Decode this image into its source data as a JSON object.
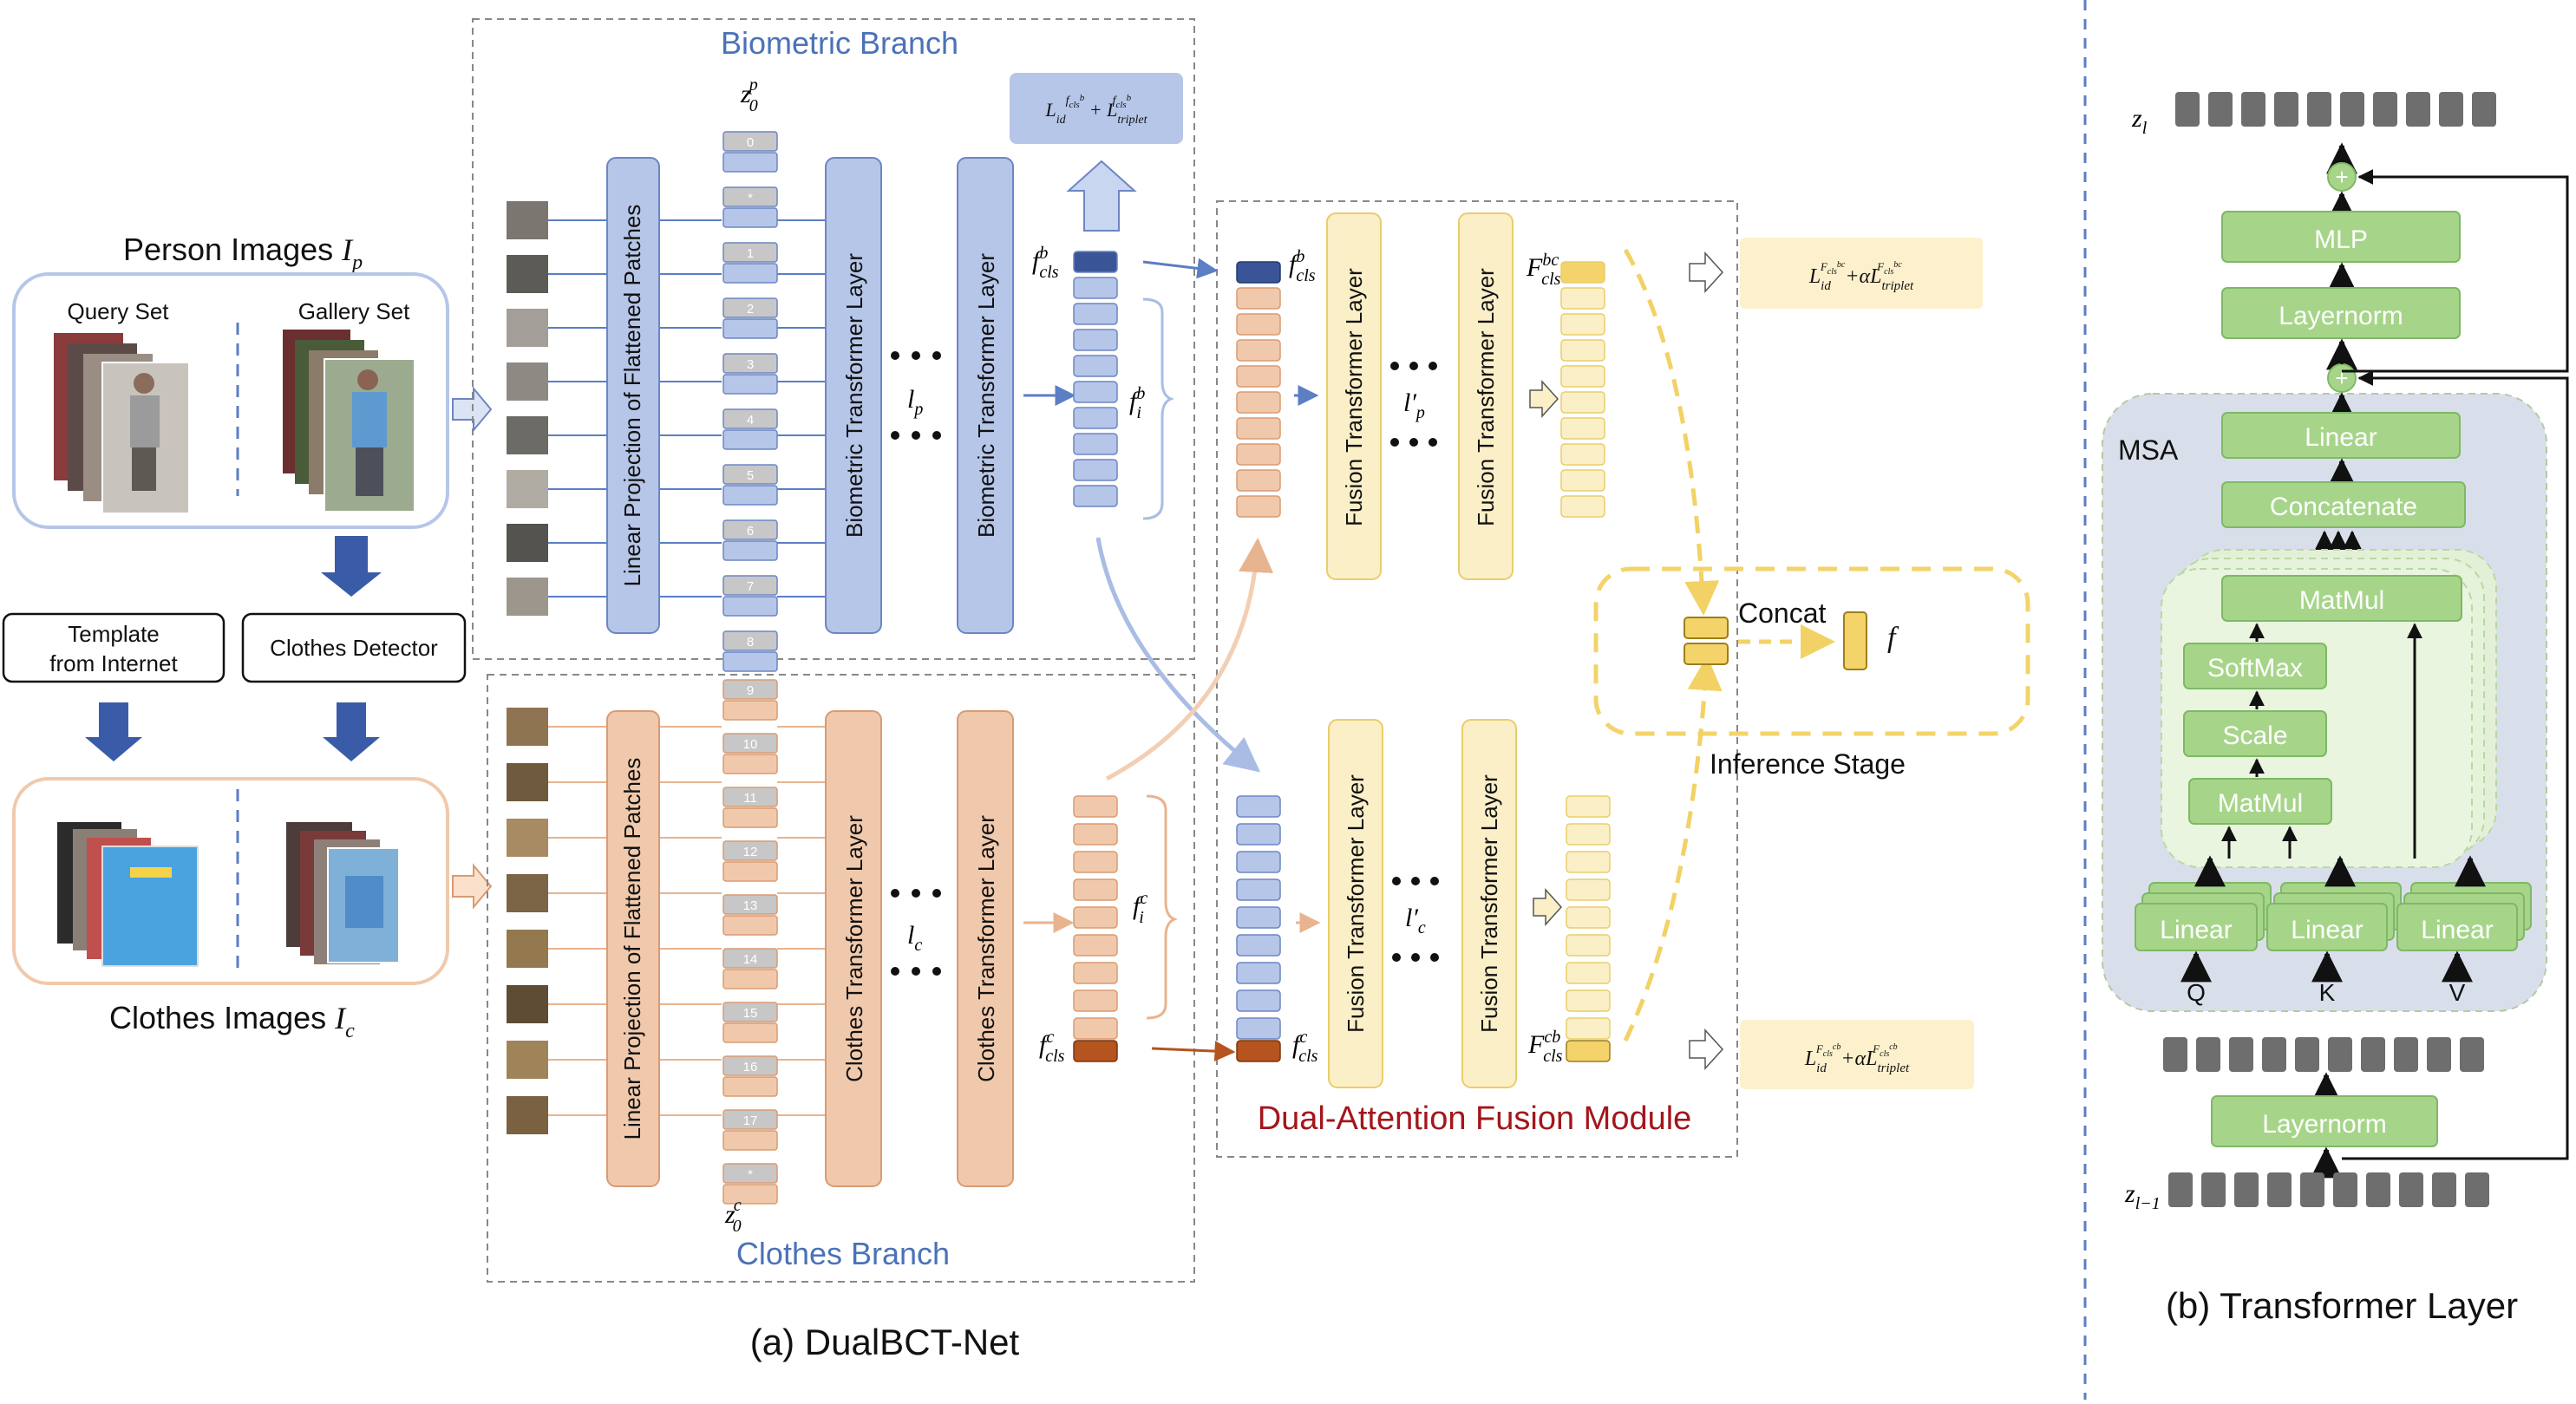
{
  "captions": {
    "a": "(a) DualBCT-Net",
    "b": "(b) Transformer Layer"
  },
  "colors": {
    "blue_fill": "#b6c6e8",
    "blue_stroke": "#6d86c4",
    "blue_dark": "#3a5597",
    "orange_fill": "#f0c9ac",
    "orange_stroke": "#d99b72",
    "orange_dark": "#b5541f",
    "yellow_fill": "#fbefc8",
    "yellow_stroke": "#e9cd6a",
    "yellow_dark": "#f3d36a",
    "green_fill": "#a6d58a",
    "green_stroke": "#7fb866",
    "gray_token": "#6e6e6e",
    "branch_title": "#4a72b8",
    "fusion_title": "#a3161b",
    "arrow_dark": "#3a5ba8"
  },
  "left": {
    "person_images_label": "Person Images",
    "person_images_var": "I",
    "person_images_sub": "p",
    "query_set": "Query Set",
    "gallery_set": "Gallery Set",
    "template_label_1": "Template",
    "template_label_2": "from Internet",
    "clothes_detector": "Clothes Detector",
    "clothes_images_label": "Clothes Images",
    "clothes_images_var": "I",
    "clothes_images_sub": "c"
  },
  "biometric": {
    "title": "Biometric Branch",
    "linear_projection": "Linear Projection of Flattened Patches",
    "transformer_layer": "Biometric Transformer Layer",
    "token_label": "z",
    "token_sub": "0",
    "token_sup": "p",
    "token_numbers": [
      "0",
      "*",
      "1",
      "2",
      "3",
      "4",
      "5",
      "6",
      "7",
      "8"
    ],
    "layer_label": "l",
    "layer_sub": "p",
    "cls_label": "f",
    "cls_sub": "cls",
    "cls_sup": "b",
    "fi_label": "f",
    "fi_sub": "i",
    "fi_sup": "b",
    "loss": "L_id^{f_cls^b} + L_triplet^{f_cls^b}"
  },
  "clothes": {
    "title": "Clothes Branch",
    "linear_projection": "Linear Projection of Flattened Patches",
    "transformer_layer": "Clothes Transformer Layer",
    "token_label": "z",
    "token_sub": "0",
    "token_sup": "c",
    "token_numbers": [
      "9",
      "10",
      "11",
      "12",
      "13",
      "14",
      "15",
      "16",
      "17",
      "*"
    ],
    "layer_label": "l",
    "layer_sub": "c",
    "cls_label": "f",
    "cls_sub": "cls",
    "cls_sup": "c",
    "fi_label": "f",
    "fi_sub": "i",
    "fi_sup": "c"
  },
  "fusion": {
    "title": "Dual-Attention Fusion Module",
    "layer": "Fusion Transformer Layer",
    "top_cls_label": "f",
    "top_cls_sub": "cls",
    "top_cls_sup": "b",
    "bottom_cls_label": "f",
    "bottom_cls_sub": "cls",
    "bottom_cls_sup": "c",
    "lp_prime": "l′",
    "lp_prime_sub": "p",
    "lc_prime": "l′",
    "lc_prime_sub": "c",
    "F_bc_label": "F",
    "F_bc_sub": "cls",
    "F_bc_sup": "bc",
    "F_cb_label": "F",
    "F_cb_sub": "cls",
    "F_cb_sup": "cb",
    "loss_bc": "L_id^{F_cls^bc} + α L_triplet^{F_cls^bc}",
    "loss_cb": "L_id^{F_cls^cb} + α L_triplet^{F_cls^cb}"
  },
  "inference": {
    "concat": "Concat",
    "f": "f",
    "stage": "Inference Stage"
  },
  "transformer_layer": {
    "z_l": "z",
    "z_l_sub": "l",
    "z_l1": "z",
    "z_l1_sub": "l−1",
    "mlp": "MLP",
    "layernorm_top": "Layernorm",
    "layernorm_bottom": "Layernorm",
    "msa": "MSA",
    "linear_top": "Linear",
    "concatenate": "Concatenate",
    "matmul_top": "MatMul",
    "softmax": "SoftMax",
    "scale": "Scale",
    "matmul_bottom": "MatMul",
    "linear_q": "Linear",
    "linear_k": "Linear",
    "linear_v": "Linear",
    "q": "Q",
    "k": "K",
    "v": "V",
    "plus": "+"
  }
}
